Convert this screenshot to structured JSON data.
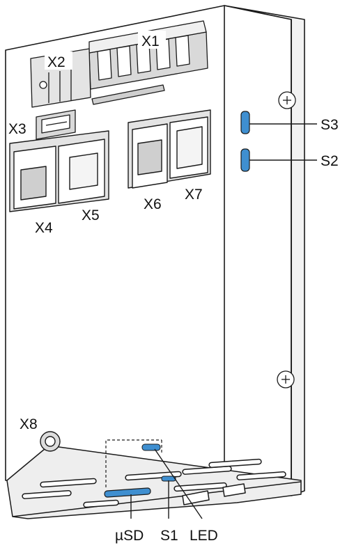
{
  "labels": {
    "x1": "X1",
    "x2": "X2",
    "x3": "X3",
    "x4": "X4",
    "x5": "X5",
    "x6": "X6",
    "x7": "X7",
    "x8": "X8",
    "s3": "S3",
    "s2": "S2",
    "usd": "µSD",
    "s1": "S1",
    "led": "LED"
  },
  "colors": {
    "outline": "#1a1a1a",
    "body_fill": "#ffffff",
    "light_gray": "#e4e4e4",
    "mid_gray": "#cfcfcf",
    "dark_gray": "#9a9a9a",
    "highlight_blue": "#3f8fd0"
  }
}
